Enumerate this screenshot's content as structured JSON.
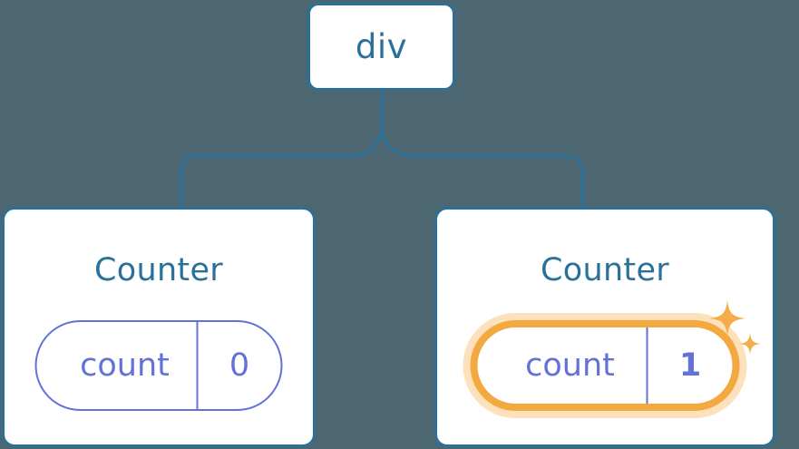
{
  "canvas": {
    "background_color": "#4c6672",
    "node_border_color": "#2b7099",
    "node_text_color": "#2b7099",
    "prop_color": "#6272d8",
    "highlight_color": "#f2a93f",
    "highlight_glow_color": "#fbd9a7",
    "card_background": "#ffffff"
  },
  "tree": {
    "root": {
      "label": "div"
    },
    "children": [
      {
        "title": "Counter",
        "prop": {
          "key": "count",
          "value": "0"
        },
        "highlighted": false,
        "sparkles": false
      },
      {
        "title": "Counter",
        "prop": {
          "key": "count",
          "value": "1"
        },
        "highlighted": true,
        "sparkles": true,
        "sparkle_icons": [
          "sparkle-large-icon",
          "sparkle-small-icon"
        ]
      }
    ]
  }
}
